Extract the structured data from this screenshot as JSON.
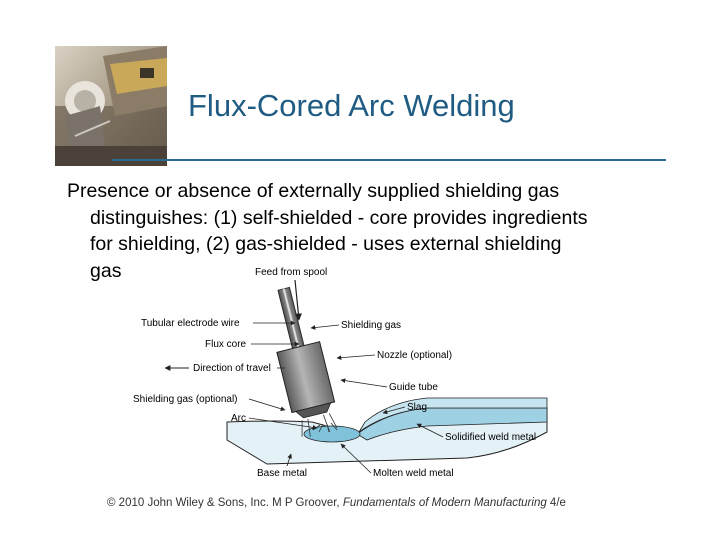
{
  "slide": {
    "title": "Flux-Cored Arc Welding",
    "body_lines": [
      "Presence or absence of externally supplied shielding gas",
      "distinguishes: (1) self‑shielded ‑ core provides ingredients",
      "for shielding, (2) gas‑shielded ‑ uses external shielding",
      "gas"
    ]
  },
  "diagram": {
    "labels": {
      "feed_from_spool": "Feed from spool",
      "tubular_electrode_wire": "Tubular electrode wire",
      "flux_core": "Flux core",
      "direction_of_travel": "Direction of travel",
      "shielding_gas_optional": "Shielding gas (optional)",
      "arc": "Arc",
      "base_metal": "Base metal",
      "shielding_gas": "Shielding gas",
      "nozzle_optional": "Nozzle (optional)",
      "guide_tube": "Guide tube",
      "slag": "Slag",
      "solidified_weld_metal": "Solidified weld metal",
      "molten_weld_metal": "Molten weld metal"
    },
    "colors": {
      "nozzle": "#7c7c7c",
      "base_metal": "#e4f2f8",
      "weld_metal": "#9fd1e4",
      "outline": "#222222"
    }
  },
  "footer": {
    "prefix": "© 2010 John Wiley & Sons, Inc.  M P Groover, ",
    "book": "Fundamentals of Modern Manufacturing",
    "edition": " 4/e"
  }
}
